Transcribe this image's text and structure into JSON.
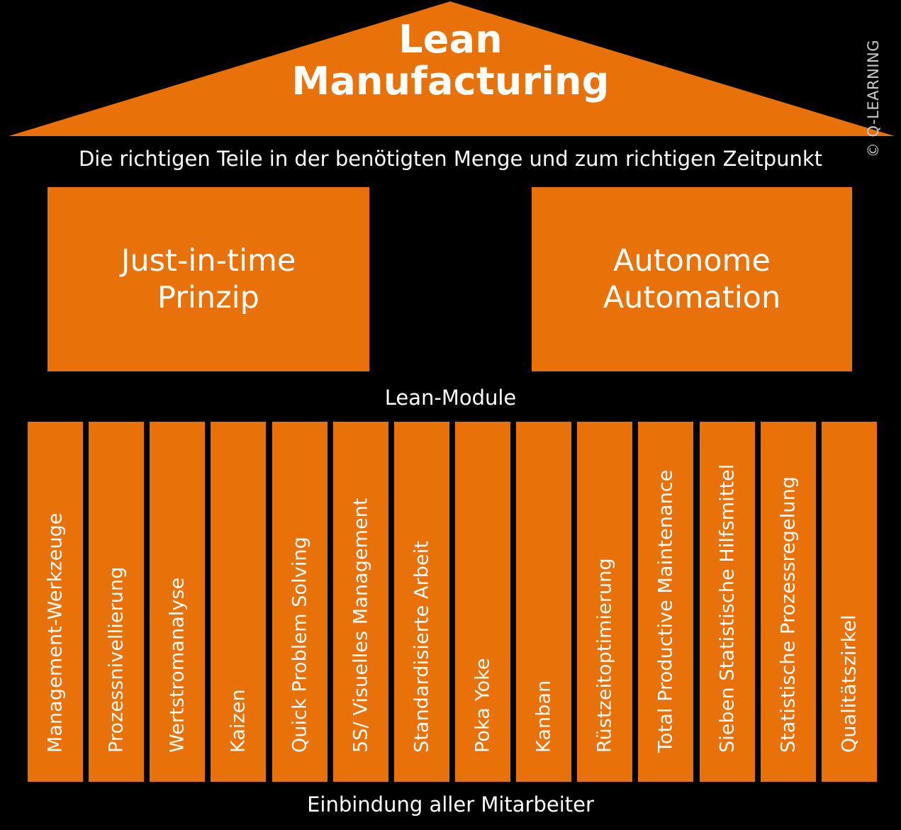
{
  "theme": {
    "background": "#000000",
    "accent_orange": "#E8710A",
    "text_white": "#ffffff",
    "text_gray": "#c9c9c9"
  },
  "roof": {
    "title": "Lean\nManufacturing"
  },
  "subtitle": {
    "text": "Die richtigen Teile in der benötigten Menge und zum richtigen Zeitpunkt"
  },
  "pillars": [
    {
      "id": "just-in-time",
      "label": "Just-in-time\nPrinzip"
    },
    {
      "id": "autonome-automation",
      "label": "Autonome\nAutomation"
    }
  ],
  "copyright": {
    "text": "© Q-LEARNING"
  },
  "module_label": {
    "text": "Lean-Module"
  },
  "modules": [
    {
      "label": "Management-Werkzeuge"
    },
    {
      "label": "Prozessnivellierung"
    },
    {
      "label": "Wertstromanalyse"
    },
    {
      "label": "Kaizen"
    },
    {
      "label": "Quick Problem Solving"
    },
    {
      "label": "5S/ Visuelles Management"
    },
    {
      "label": "Standardisierte Arbeit"
    },
    {
      "label": "Poka Yoke"
    },
    {
      "label": "Kanban"
    },
    {
      "label": "Rüstzeitoptimierung"
    },
    {
      "label": "Total Productive Maintenance"
    },
    {
      "label": "Sieben Statistische Hilfsmittel"
    },
    {
      "label": "Statistische Prozessregelung"
    },
    {
      "label": "Qualitätszirkel"
    }
  ],
  "footer": {
    "text": "Einbindung aller Mitarbeiter"
  }
}
